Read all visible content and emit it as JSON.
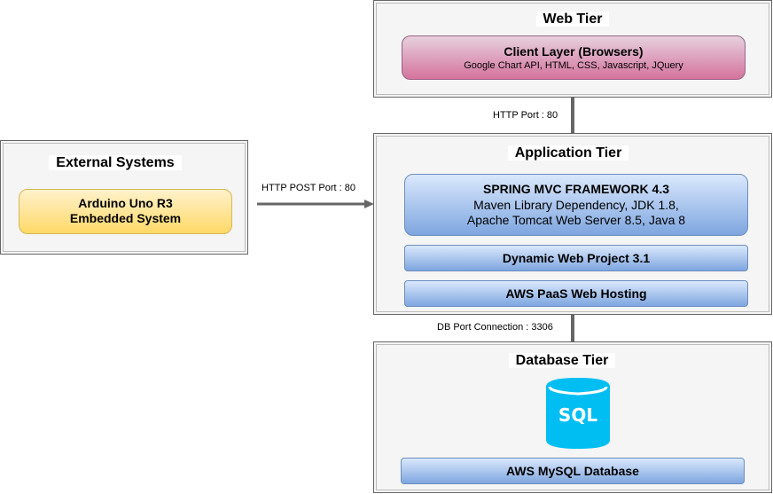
{
  "web_tier": {
    "title": "Web Tier",
    "client_layer": {
      "title": "Client Layer (Browsers)",
      "subtitle": "Google Chart API, HTML, CSS, Javascript, JQuery"
    }
  },
  "external_systems": {
    "title": "External Systems",
    "device_line1": "Arduino Uno R3",
    "device_line2": "Embedded System"
  },
  "application_tier": {
    "title": "Application Tier",
    "framework": {
      "title": "SPRING MVC FRAMEWORK 4.3",
      "line1": "Maven Library Dependency, JDK 1.8,",
      "line2": "Apache Tomcat Web Server 8.5, Java 8"
    },
    "dynamic_web_project": "Dynamic Web Project 3.1",
    "aws_paas": "AWS PaaS Web Hosting"
  },
  "database_tier": {
    "title": "Database Tier",
    "sql_icon_text": "SQL",
    "mysql": "AWS MySQL Database"
  },
  "connections": {
    "http_port": "HTTP Port : 80",
    "http_post_port": "HTTP POST Port : 80",
    "db_port": "DB Port Connection : 3306"
  },
  "colors": {
    "blue_fill": "#dae8fc",
    "pink_fill": "#e6d0de",
    "yellow_fill": "#fff2cc",
    "sql_icon": "#00bef2",
    "connector": "#666666"
  }
}
